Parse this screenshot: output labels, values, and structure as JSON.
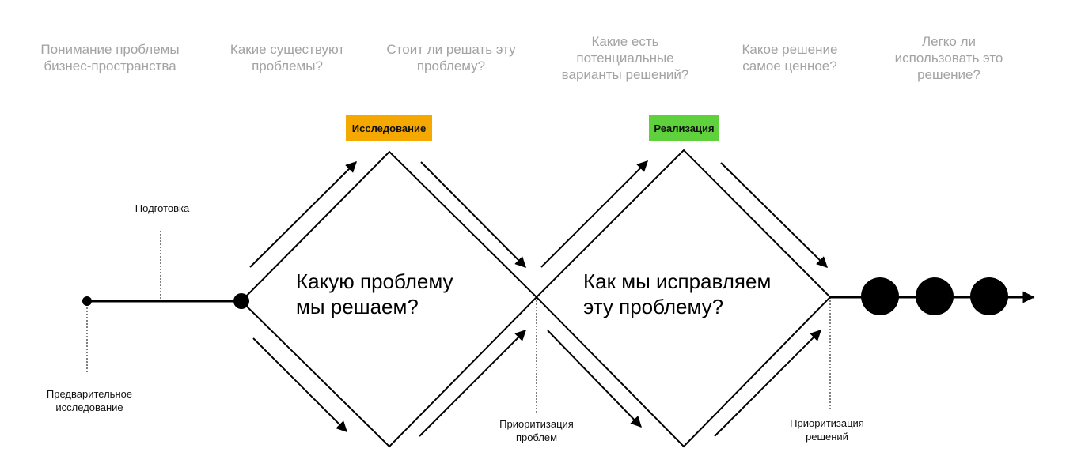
{
  "questions": [
    {
      "text": "Понимание проблемы\nбизнес-пространства"
    },
    {
      "text": "Какие существуют\nпроблемы?"
    },
    {
      "text": "Стоит ли решать эту\nпроблему?"
    },
    {
      "text": "Какие есть\nпотенциальные\nварианты решений?"
    },
    {
      "text": "Какое решение\nсамое ценное?"
    },
    {
      "text": "Легко ли\nиспользовать это\nрешение?"
    }
  ],
  "phases": {
    "research": {
      "label": "Исследование",
      "color": "#f5a800"
    },
    "implementation": {
      "label": "Реализация",
      "color": "#5fd13c"
    }
  },
  "diamonds": {
    "problem": "Какую проблему\nмы решаем?",
    "solution": "Как мы исправляем\nэту проблему?"
  },
  "stages": {
    "preparation": "Подготовка",
    "preliminary_research": "Предварительное\nисследование",
    "problem_prioritization": "Приоритизация\nпроблем",
    "solution_prioritization": "Приоритизация\nрешений"
  }
}
